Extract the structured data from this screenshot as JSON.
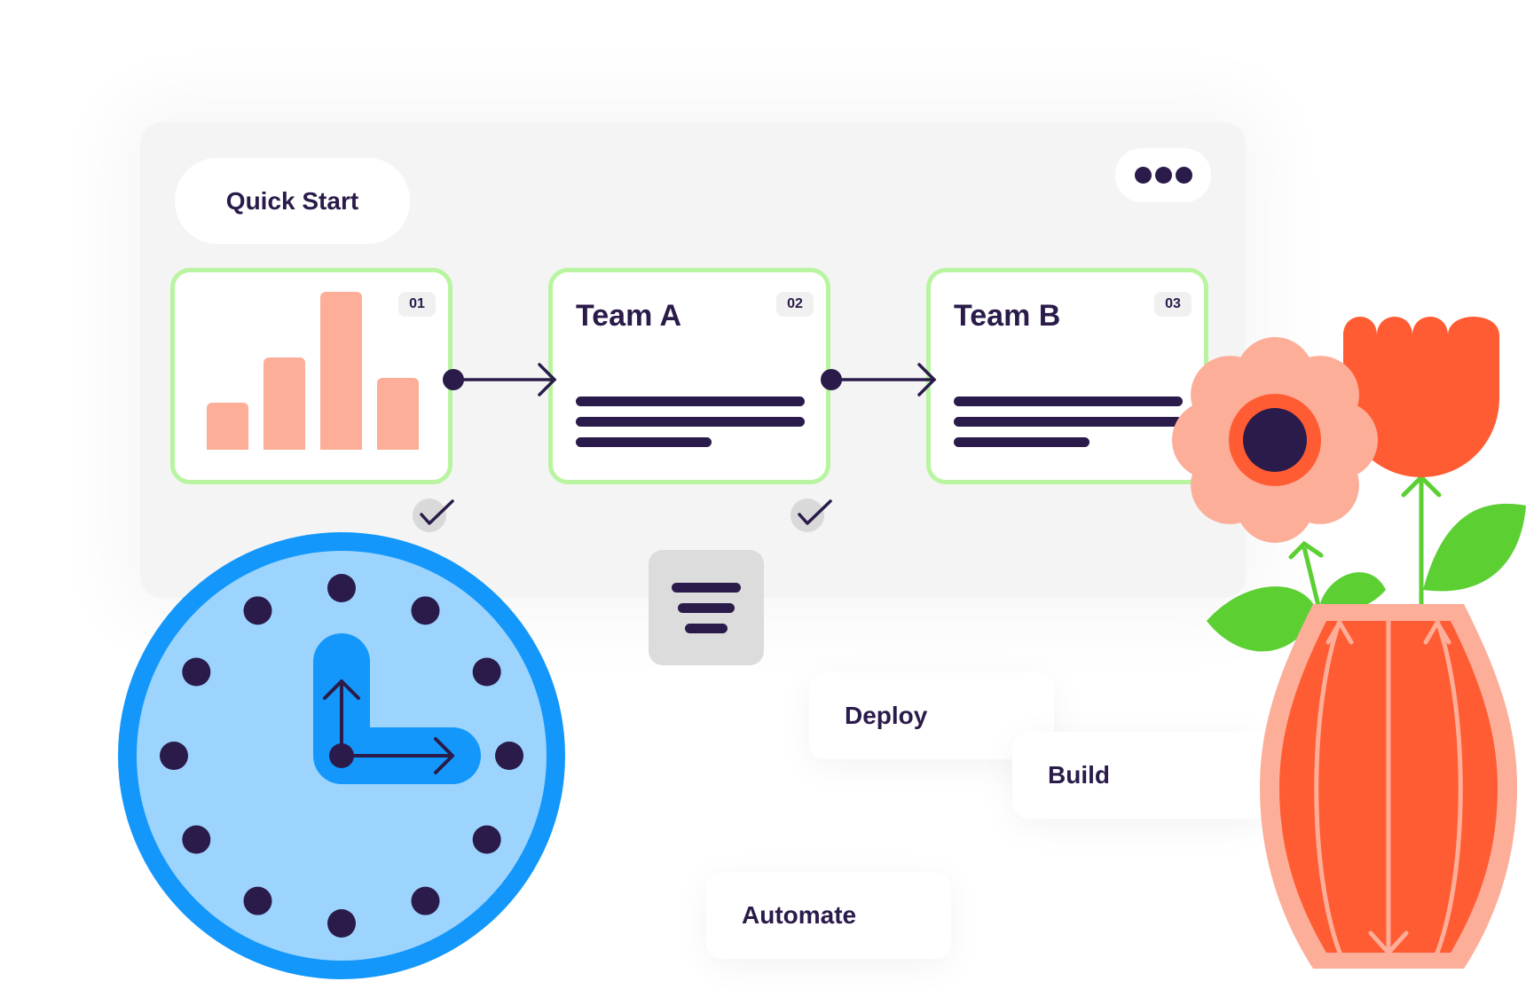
{
  "header": {
    "quick_start_label": "Quick Start"
  },
  "steps": [
    {
      "number": "01",
      "type": "chart",
      "chart_values": [
        23,
        45,
        77,
        35
      ]
    },
    {
      "number": "02",
      "title": "Team A"
    },
    {
      "number": "03",
      "title": "Team B"
    }
  ],
  "tags": {
    "deploy": "Deploy",
    "build": "Build",
    "automate": "Automate"
  },
  "colors": {
    "navy": "#2a1b4a",
    "card_border": "#b9f5a0",
    "bar_salmon": "#fcae99",
    "clock_blue": "#1497fa",
    "clock_face": "#9cd4fd",
    "orange": "#ff5c33",
    "green": "#5ccf33"
  },
  "icons": {
    "more": "more-horizontal-icon",
    "menu": "menu-lines-icon",
    "check": "checkmark-icon",
    "clock": "clock-icon",
    "flowers": "flower-vase-icon"
  }
}
